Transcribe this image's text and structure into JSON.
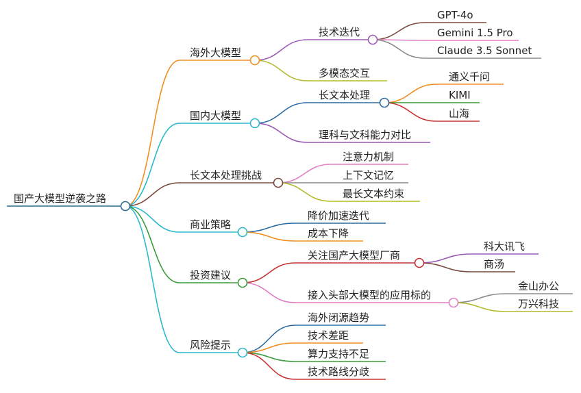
{
  "colors": {
    "root": "#2e6b8e",
    "orange": "#ef8e22",
    "cyan": "#2bb8cc",
    "brown": "#7a4a3f",
    "green": "#3a9a3a",
    "red": "#c83232",
    "purple": "#9b59b6",
    "olive": "#b4ba2c",
    "blue": "#2b6aa3",
    "pink": "#e07fc4",
    "grey": "#8a8a8a"
  },
  "root": {
    "label": "国产大模型逆袭之路"
  },
  "branches": [
    {
      "label": "海外大模型",
      "color": "orange",
      "children": [
        {
          "label": "技术迭代",
          "color": "purple",
          "children": [
            {
              "label": "GPT-4o",
              "color": "brown"
            },
            {
              "label": "Gemini 1.5 Pro",
              "color": "pink"
            },
            {
              "label": "Claude 3.5 Sonnet",
              "color": "grey"
            }
          ]
        },
        {
          "label": "多模态交互",
          "color": "olive",
          "children": []
        }
      ]
    },
    {
      "label": "国内大模型",
      "color": "cyan",
      "children": [
        {
          "label": "长文本处理",
          "color": "blue",
          "children": [
            {
              "label": "通义千问",
              "color": "orange"
            },
            {
              "label": "KIMI",
              "color": "green"
            },
            {
              "label": "山海",
              "color": "red"
            }
          ]
        },
        {
          "label": "理科与文科能力对比",
          "color": "purple",
          "children": []
        }
      ]
    },
    {
      "label": "长文本处理挑战",
      "color": "brown",
      "children": [
        {
          "label": "注意力机制",
          "color": "pink",
          "children": []
        },
        {
          "label": "上下文记忆",
          "color": "grey",
          "children": []
        },
        {
          "label": "最长文本约束",
          "color": "olive",
          "children": []
        }
      ]
    },
    {
      "label": "商业策略",
      "color": "cyan",
      "children": [
        {
          "label": "降价加速迭代",
          "color": "blue",
          "children": []
        },
        {
          "label": "成本下降",
          "color": "orange",
          "children": []
        }
      ]
    },
    {
      "label": "投资建议",
      "color": "green",
      "children": [
        {
          "label": "关注国产大模型厂商",
          "color": "red",
          "children": [
            {
              "label": "科大讯飞",
              "color": "purple"
            },
            {
              "label": "商汤",
              "color": "brown"
            }
          ]
        },
        {
          "label": "接入头部大模型的应用标的",
          "color": "pink",
          "children": [
            {
              "label": "金山办公",
              "color": "grey"
            },
            {
              "label": "万兴科技",
              "color": "olive"
            }
          ]
        }
      ]
    },
    {
      "label": "风险提示",
      "color": "cyan",
      "children": [
        {
          "label": "海外闭源趋势",
          "color": "blue",
          "children": []
        },
        {
          "label": "技术差距",
          "color": "orange",
          "children": []
        },
        {
          "label": "算力支持不足",
          "color": "green",
          "children": []
        },
        {
          "label": "技术路线分歧",
          "color": "red",
          "children": []
        }
      ]
    }
  ]
}
